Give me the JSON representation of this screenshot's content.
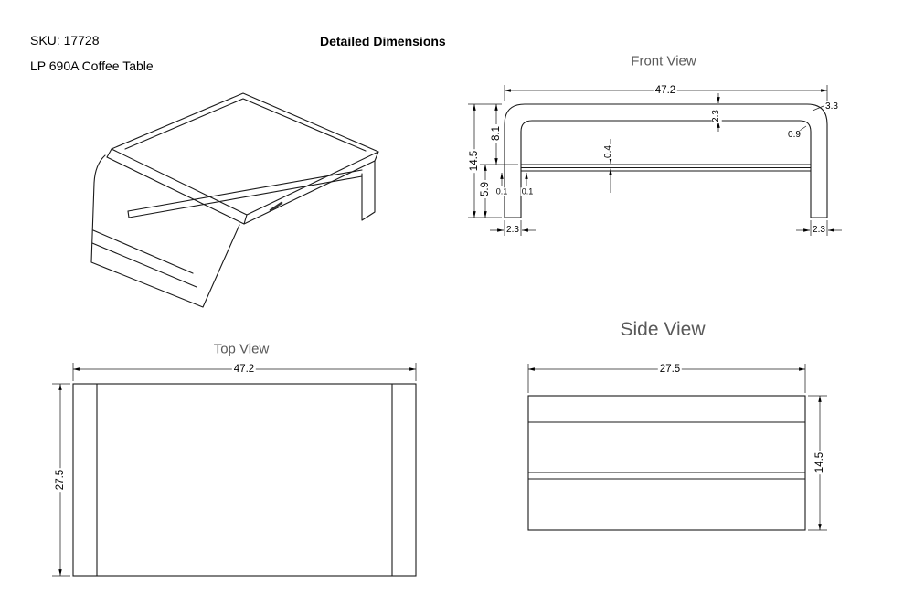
{
  "header": {
    "sku": "SKU: 17728",
    "product": "LP 690A Coffee Table",
    "title": "Detailed Dimensions"
  },
  "views": {
    "front": {
      "label": "Front View",
      "dims": {
        "width": "47.2",
        "overall_height": "14.5",
        "upper_height": "8.1",
        "lower_height": "5.9",
        "shelf_thickness": "0.4",
        "top_thickness": "2.3",
        "corner_radius": "3.3",
        "inner_radius": "0.9",
        "shelf_gap_left": "0.1",
        "shelf_gap_right": "0.1",
        "left_leg_width": "2.3",
        "right_leg_width": "2.3"
      }
    },
    "top": {
      "label": "Top View",
      "dims": {
        "width": "47.2",
        "depth": "27.5"
      }
    },
    "side": {
      "label": "Side View",
      "dims": {
        "width": "27.5",
        "height": "14.5"
      }
    }
  }
}
